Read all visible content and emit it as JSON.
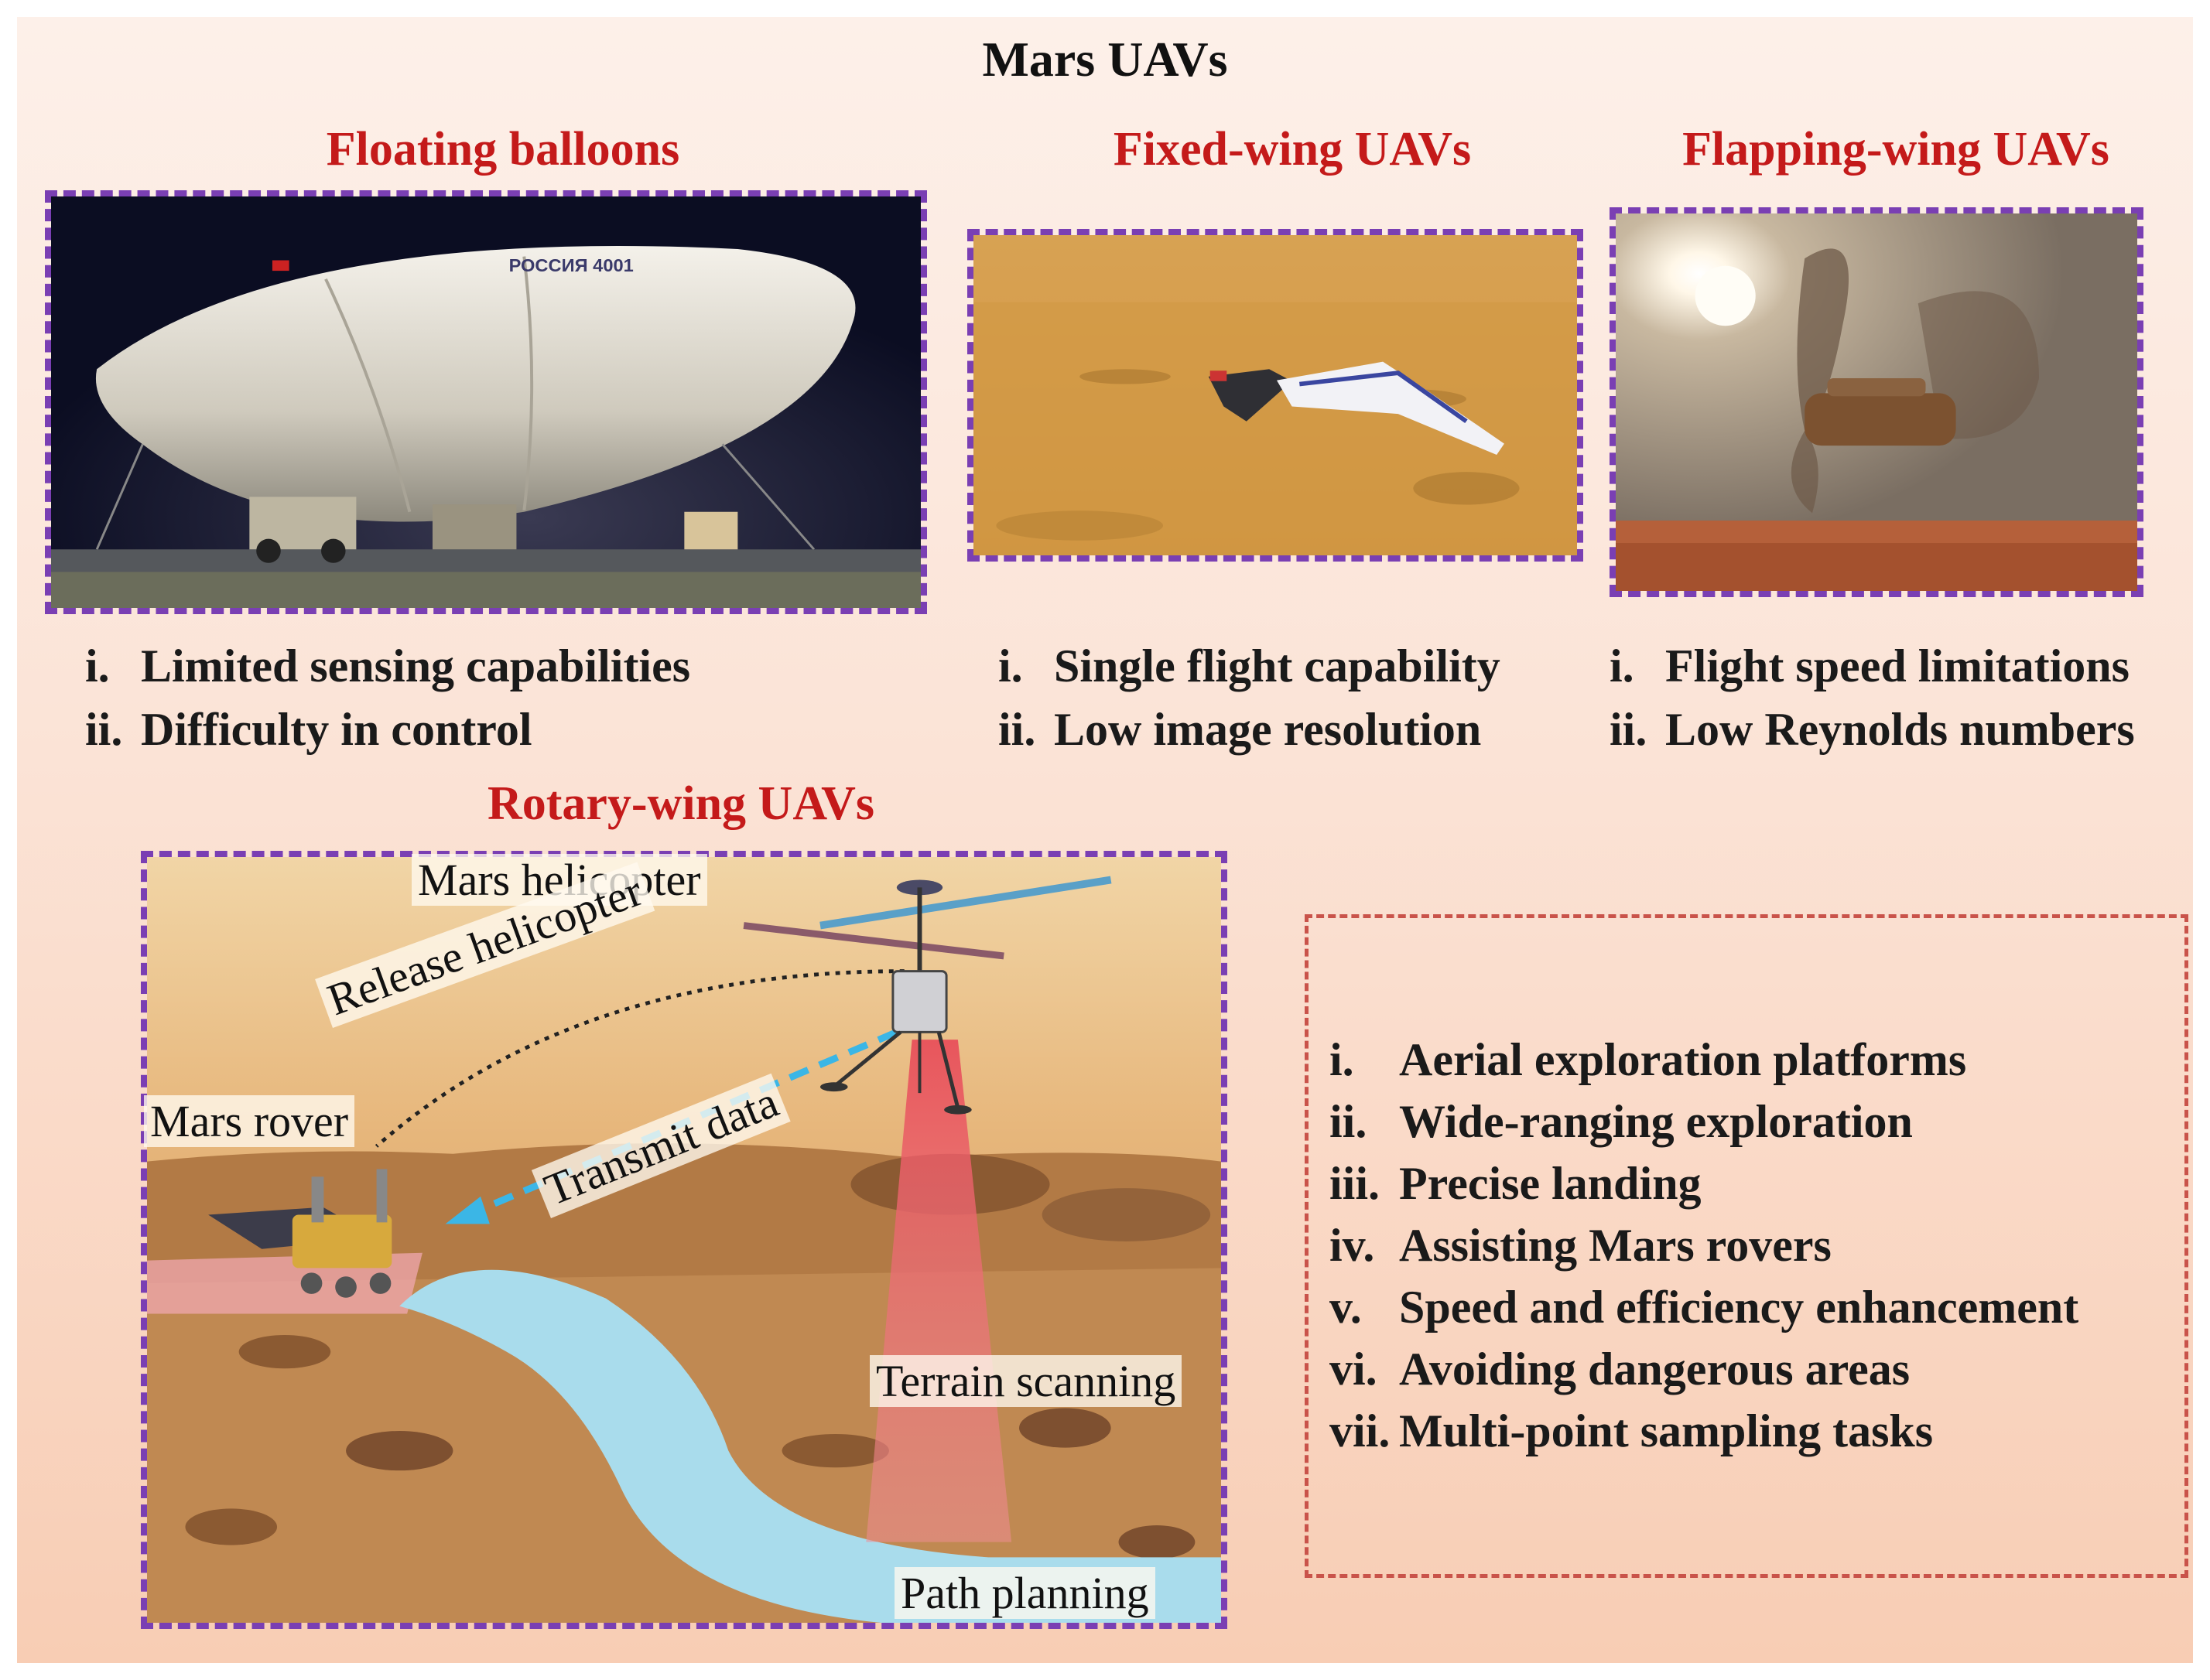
{
  "title": "Mars UAVs",
  "categories": {
    "balloons": "Floating balloons",
    "fixed_wing": "Fixed-wing UAVs",
    "flapping_wing": "Flapping-wing UAVs",
    "rotary_wing": "Rotary-wing UAVs"
  },
  "balloons_limits": [
    {
      "num": "i.",
      "text": "Limited sensing capabilities"
    },
    {
      "num": "ii.",
      "text": "Difficulty in control"
    }
  ],
  "fixed_wing_limits": [
    {
      "num": "i.",
      "text": "Single flight capability"
    },
    {
      "num": "ii.",
      "text": "Low image resolution"
    }
  ],
  "flapping_wing_limits": [
    {
      "num": "i.",
      "text": "Flight speed limitations"
    },
    {
      "num": "ii.",
      "text": "Low Reynolds numbers"
    }
  ],
  "rotary_labels": {
    "helicopter": "Mars helicopter",
    "release": "Release helicopter",
    "rover": "Mars rover",
    "transmit": "Transmit data",
    "terrain": "Terrain scanning",
    "path": "Path planning"
  },
  "rotary_advantages": [
    {
      "num": "i.",
      "text": "Aerial exploration platforms"
    },
    {
      "num": "ii.",
      "text": "Wide-ranging exploration"
    },
    {
      "num": "iii.",
      "text": "Precise landing"
    },
    {
      "num": "iv.",
      "text": "Assisting Mars rovers"
    },
    {
      "num": "v.",
      "text": "Speed and efficiency enhancement"
    },
    {
      "num": "vi.",
      "text": "Avoiding dangerous areas"
    },
    {
      "num": "vii.",
      "text": "Multi-point sampling tasks"
    }
  ],
  "balloon_lettering": "РОССИЯ 4001",
  "colors": {
    "category": "#c41a1a",
    "photo_border": "#7a3fb3",
    "advantages_border": "#c9534a",
    "data_link": "#3bb6e6",
    "scan_beam": "#e8505a",
    "path": "#a9dcec"
  }
}
